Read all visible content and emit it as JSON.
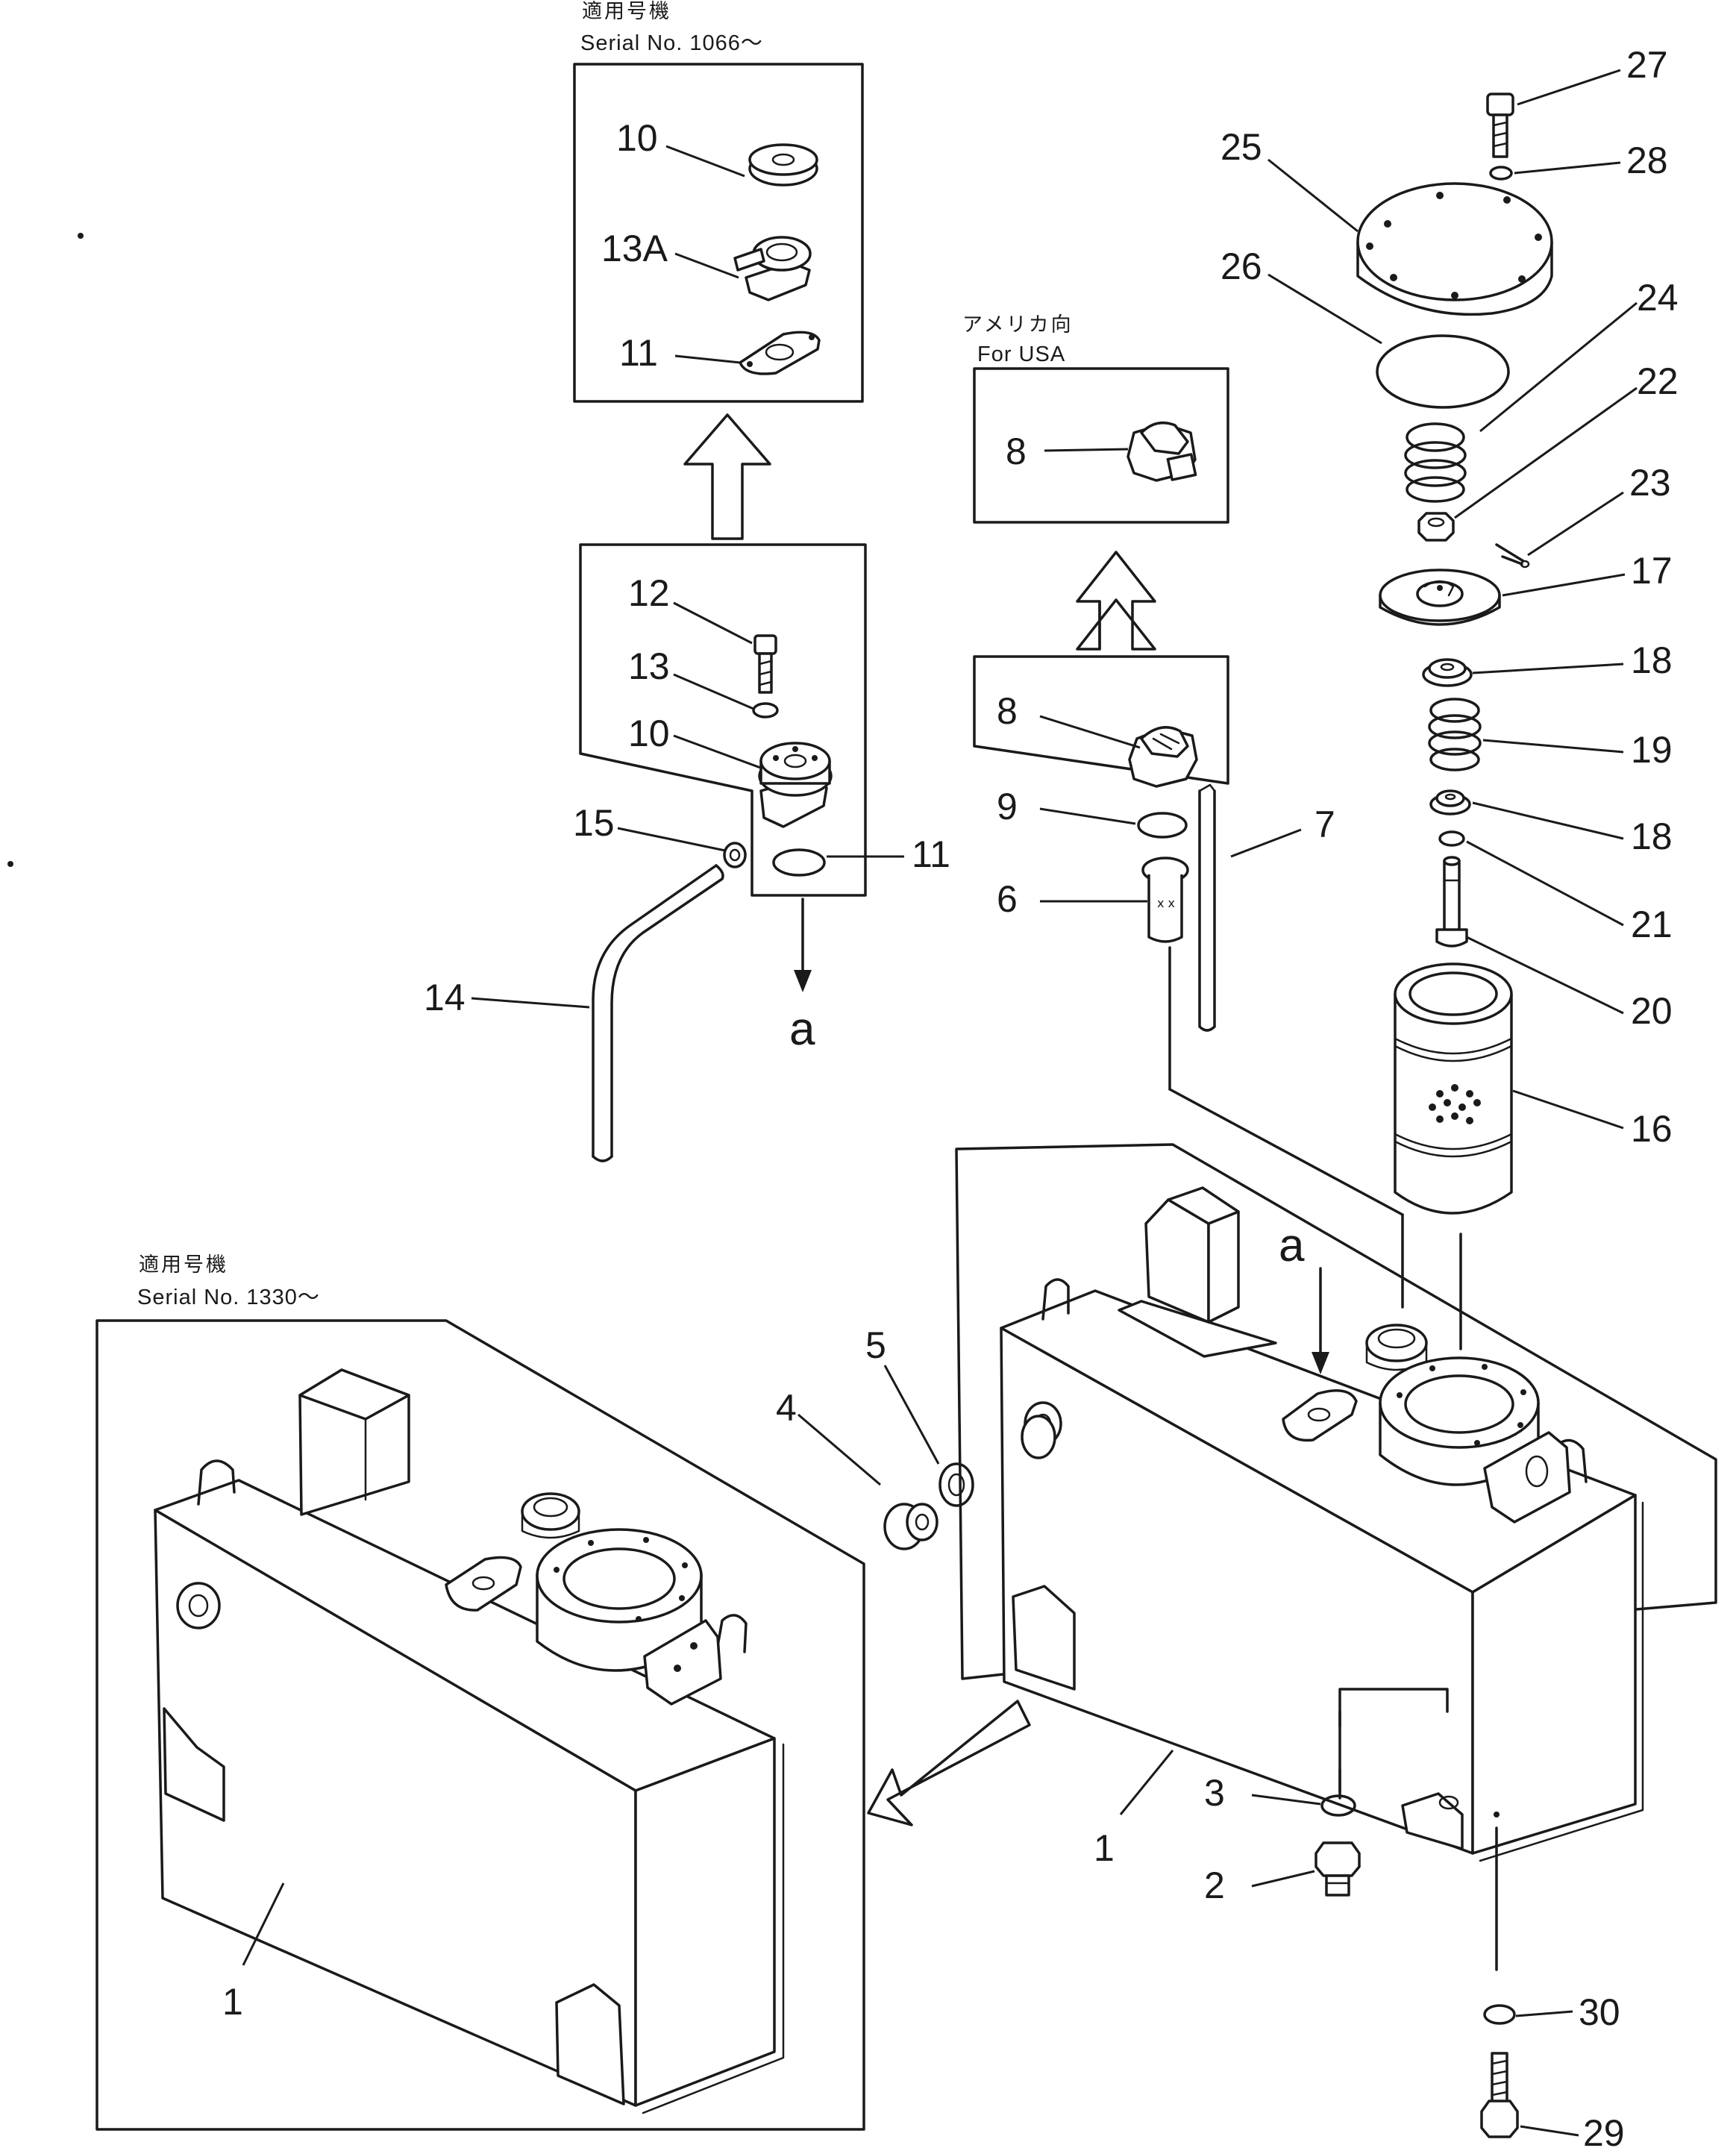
{
  "notes": {
    "top_jp": "適用号機",
    "top_serial": "Serial No. 1066～",
    "usa_jp": "アメリカ向",
    "usa_en": "For USA",
    "bottom_jp": "適用号機",
    "bottom_serial": "Serial No. 1330～"
  },
  "flow_labels": {
    "a_top": "a",
    "a_tank": "a"
  },
  "part_labels": {
    "p1_left": "1",
    "p1_right": "1",
    "p2": "2",
    "p3": "3",
    "p4": "4",
    "p5": "5",
    "p6": "6",
    "p7": "7",
    "p8_usa": "8",
    "p8": "8",
    "p9": "9",
    "p10_top": "10",
    "p10": "10",
    "p11_top": "11",
    "p11": "11",
    "p12": "12",
    "p13": "13",
    "p13a": "13A",
    "p14": "14",
    "p15": "15",
    "p16": "16",
    "p17": "17",
    "p18_a": "18",
    "p18_b": "18",
    "p19": "19",
    "p20": "20",
    "p21": "21",
    "p22": "22",
    "p23": "23",
    "p24": "24",
    "p25": "25",
    "p26": "26",
    "p27": "27",
    "p28": "28",
    "p29": "29",
    "p30": "30"
  }
}
